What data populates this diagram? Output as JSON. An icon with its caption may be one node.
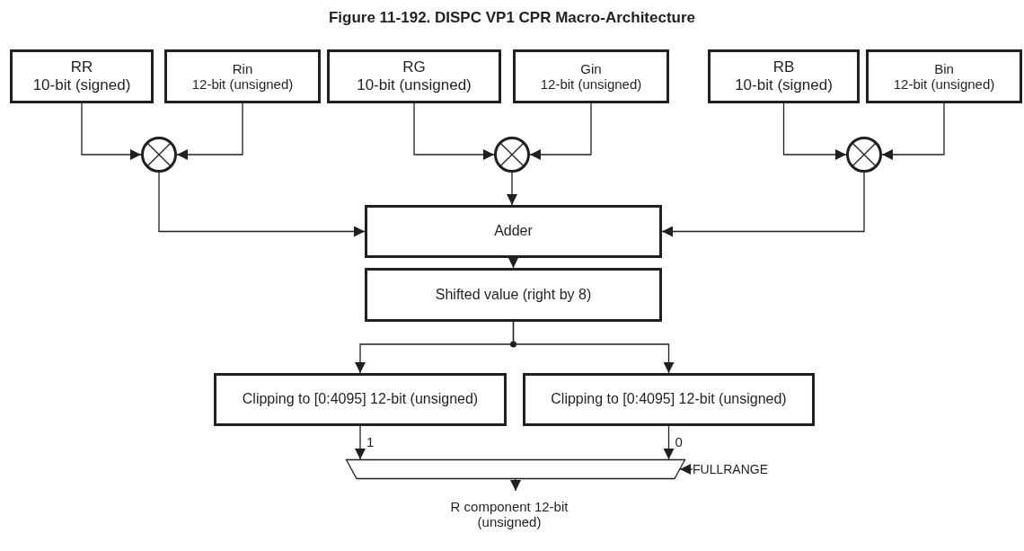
{
  "diagram": {
    "title": "Figure 11-192. DISPC VP1 CPR Macro-Architecture",
    "nodes": [
      {
        "text": [
          "RR",
          "10-bit (signed)"
        ]
      },
      {
        "text": [
          "Rin",
          "12-bit (unsigned)"
        ]
      },
      {
        "text": [
          "RG",
          "10-bit (unsigned)"
        ]
      },
      {
        "text": [
          "Gin",
          "12-bit (unsigned)"
        ]
      },
      {
        "text": [
          "RB",
          "10-bit (signed)"
        ]
      },
      {
        "text": [
          "Bin",
          "12-bit (unsigned)"
        ]
      },
      {
        "text": [],
        "shape": "circle"
      },
      {
        "text": [],
        "shape": "circle"
      },
      {
        "text": [],
        "shape": "circle"
      },
      {
        "text": [
          "Adder"
        ]
      },
      {
        "text": [
          "Shifted value (right by 8)"
        ]
      },
      {
        "text": [
          "Clipping to [0:4095] 12-bit (unsigned)"
        ]
      },
      {
        "text": [
          "Clipping to [0:4095] 12-bit (unsigned)"
        ]
      },
      {
        "text": [],
        "shape": "trapezoid"
      },
      {
        "text": [
          "FULLRANGE"
        ]
      },
      {
        "text": [
          "R component 12-bit (unsigned)"
        ]
      }
    ],
    "edges": [
      {
        "from": 0,
        "to": 6,
        "arrow": "to"
      },
      {
        "from": 1,
        "to": 6,
        "arrow": "to"
      },
      {
        "from": 2,
        "to": 7,
        "arrow": "to"
      },
      {
        "from": 3,
        "to": 7,
        "arrow": "to"
      },
      {
        "from": 4,
        "to": 8,
        "arrow": "to"
      },
      {
        "from": 5,
        "to": 8,
        "arrow": "to"
      },
      {
        "from": 6,
        "to": 9,
        "arrow": "to"
      },
      {
        "from": 7,
        "to": 9,
        "arrow": "to"
      },
      {
        "from": 8,
        "to": 9,
        "arrow": "to"
      },
      {
        "from": 9,
        "to": 10,
        "arrow": "to"
      },
      {
        "from": 10,
        "to": 11,
        "arrow": "to"
      },
      {
        "from": 10,
        "to": 12,
        "arrow": "to"
      },
      {
        "from": 11,
        "to": 13,
        "arrow": "to",
        "label": "1"
      },
      {
        "from": 12,
        "to": 13,
        "arrow": "to",
        "label": "0"
      },
      {
        "from": 14,
        "to": 13,
        "arrow": "to"
      },
      {
        "from": 13,
        "to": 15,
        "arrow": "to"
      }
    ]
  }
}
